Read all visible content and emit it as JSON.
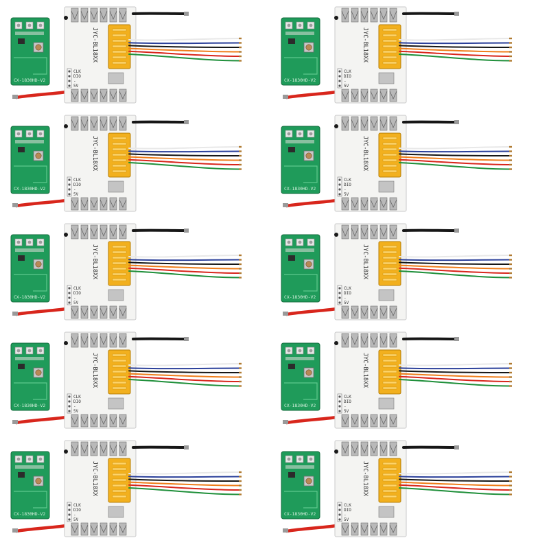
{
  "image": {
    "kit_count": 10,
    "board": {
      "model_label": "JYC-BL18XX",
      "pin_labels": [
        "CLK",
        "DIO",
        "-",
        "5V"
      ]
    },
    "remote": {
      "model_label": "CX-1830HD-V2"
    },
    "colors": {
      "board": "#f4f4f2",
      "connector": "#f2b01e",
      "remote_pcb": "#1f9b5a",
      "wire_red": "#d8261c",
      "wire_black": "#161616",
      "wire_blue": "#2a3f9a",
      "wire_orange": "#ef7d1a",
      "wire_green": "#1f8f3a",
      "wire_white": "#e8e8e8",
      "contact_metal": "#b9b9b9"
    }
  }
}
